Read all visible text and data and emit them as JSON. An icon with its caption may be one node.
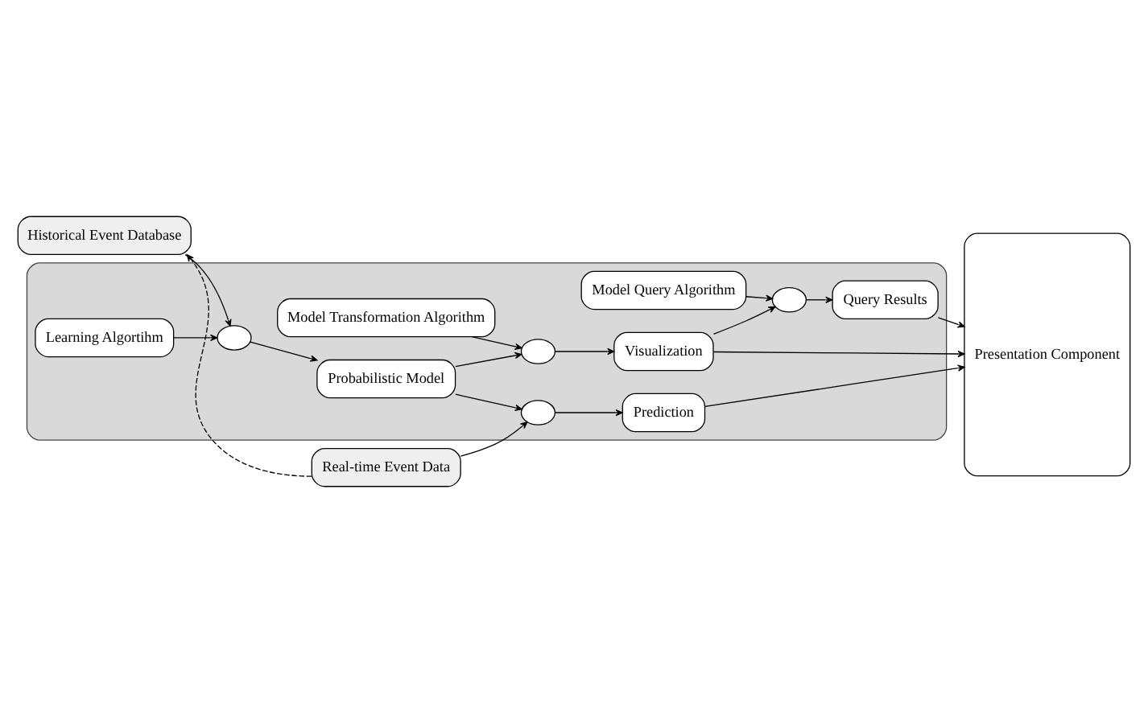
{
  "diagram": {
    "nodes": [
      {
        "text": [
          "Historical Event Database"
        ]
      },
      {
        "text": [
          "Real-time Event Data"
        ]
      },
      {
        "text": [],
        "shape": "box"
      },
      {
        "text": [
          "Learning Algortihm"
        ],
        "in": 2
      },
      {
        "text": [],
        "shape": "circle",
        "in": 2
      },
      {
        "text": [
          "Probabilistic Model"
        ],
        "in": 2
      },
      {
        "text": [],
        "shape": "circle",
        "in": 2
      },
      {
        "text": [
          "Prediction"
        ],
        "in": 2
      },
      {
        "text": [
          "Model Transformation Algorithm"
        ],
        "in": 2
      },
      {
        "text": [],
        "shape": "circle",
        "in": 2
      },
      {
        "text": [
          "Visualization"
        ],
        "in": 2
      },
      {
        "text": [
          "Model Query Algorithm"
        ],
        "in": 2
      },
      {
        "text": [],
        "shape": "circle",
        "in": 2
      },
      {
        "text": [
          "Query Results"
        ],
        "in": 2
      },
      {
        "text": [
          "Presentation Component"
        ]
      }
    ],
    "edges": [
      {
        "from": 0,
        "to": 4,
        "arrow": "to"
      },
      {
        "from": 1,
        "to": 0,
        "arrow": "to",
        "style": "dashed"
      },
      {
        "from": 3,
        "to": 4,
        "arrow": "to"
      },
      {
        "from": 4,
        "to": 5,
        "arrow": "to"
      },
      {
        "from": 5,
        "to": 6,
        "arrow": "to"
      },
      {
        "from": 1,
        "to": 6,
        "arrow": "to"
      },
      {
        "from": 6,
        "to": 7,
        "arrow": "to"
      },
      {
        "from": 7,
        "to": 14,
        "arrow": "to"
      },
      {
        "from": 5,
        "to": 9,
        "arrow": "to"
      },
      {
        "from": 8,
        "to": 9,
        "arrow": "to"
      },
      {
        "from": 9,
        "to": 10,
        "arrow": "to"
      },
      {
        "from": 10,
        "to": 14,
        "arrow": "to"
      },
      {
        "from": 10,
        "to": 12,
        "arrow": "to"
      },
      {
        "from": 11,
        "to": 12,
        "arrow": "to"
      },
      {
        "from": 12,
        "to": 13,
        "arrow": "to"
      },
      {
        "from": 13,
        "to": 14,
        "arrow": "to"
      }
    ]
  }
}
